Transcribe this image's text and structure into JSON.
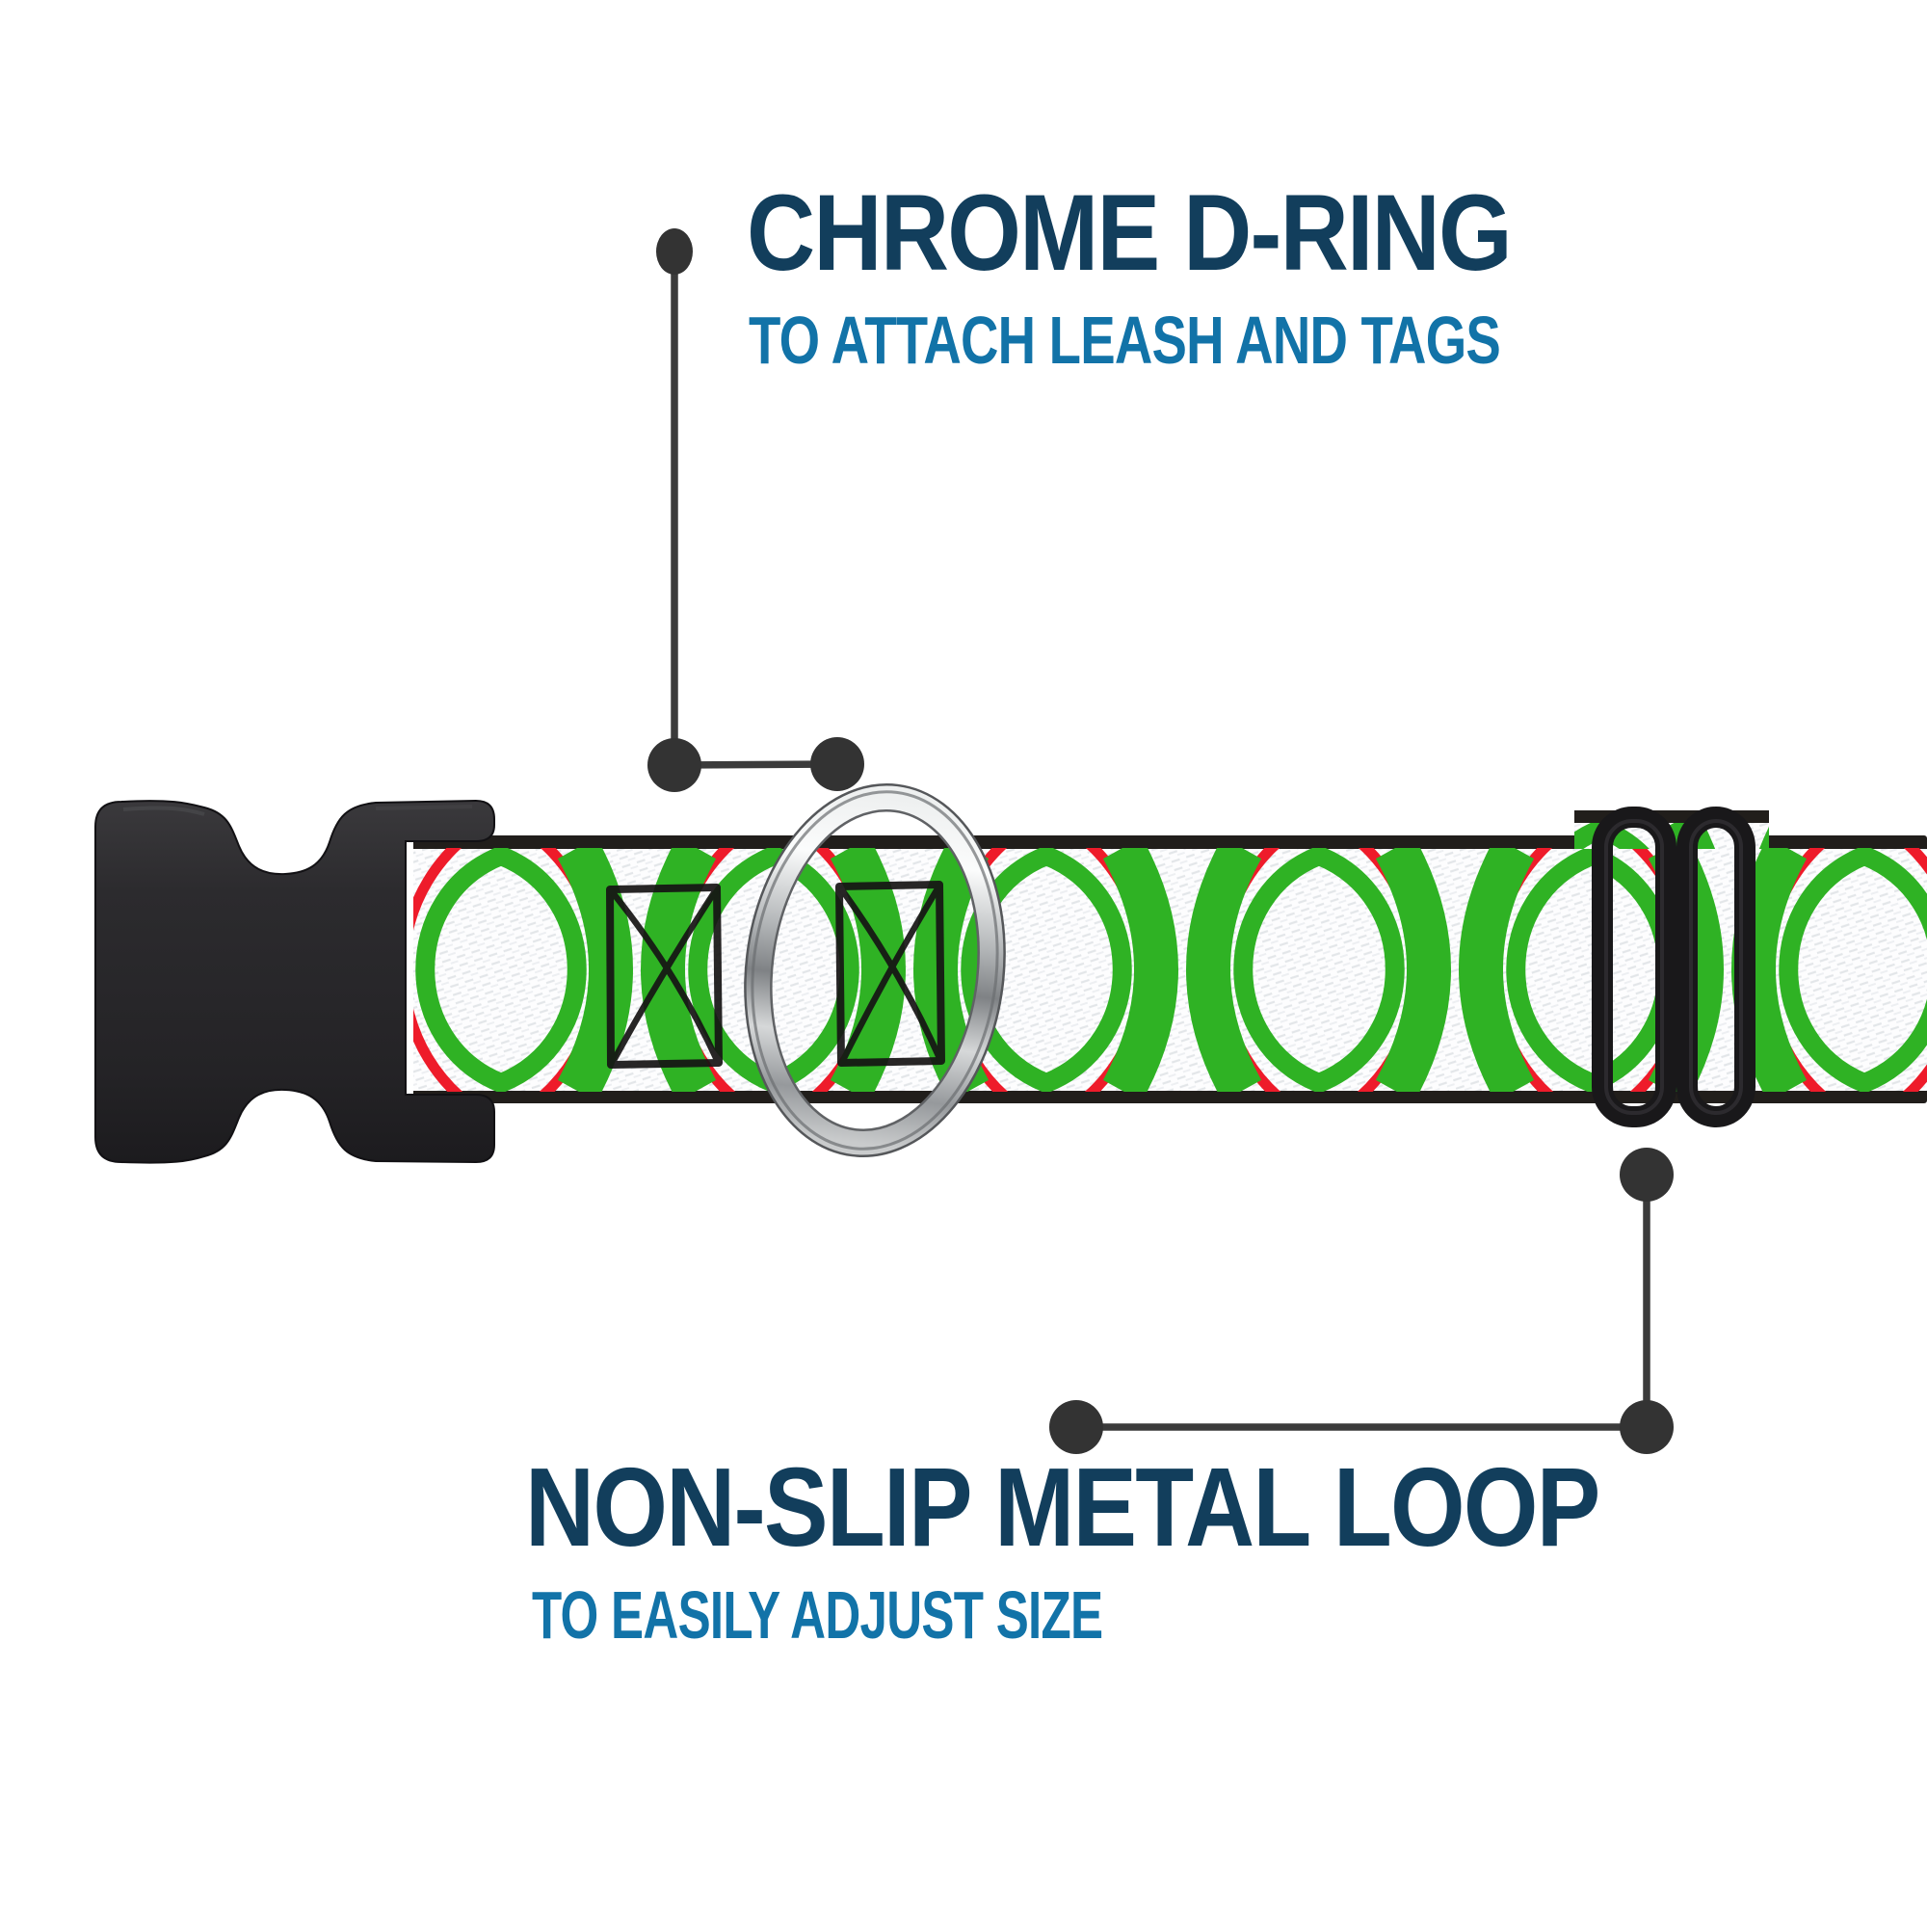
{
  "product_diagram": {
    "background": "#ffffff",
    "callouts": {
      "d_ring": {
        "title": "CHROME D-RING",
        "subtitle": "TO ATTACH LEASH AND TAGS"
      },
      "metal_loop": {
        "title": "NON-SLIP METAL LOOP",
        "subtitle": "TO EASILY ADJUST SIZE"
      }
    },
    "colors": {
      "title_navy": "#123e5c",
      "subtitle_blue": "#1273a8",
      "callout_line_gray": "#383838",
      "webbing_green": "#2fb224",
      "webbing_red": "#ee1b2a",
      "webbing_edge_black": "#211e1b",
      "webbing_white": "#fdfdfe",
      "buckle_black": "#28272a",
      "loop_black": "#19181a",
      "chrome_light": "#f8f9f9",
      "chrome_dark": "#84878a"
    },
    "hardware": {
      "buckle": "black-plastic-side-release-buckle",
      "d_ring": "chrome-d-ring",
      "metal_loop": "black-metal-triglide-loop",
      "strap": "white-webbing-with-green-ovals-x-shapes-and-red-arcs"
    }
  }
}
